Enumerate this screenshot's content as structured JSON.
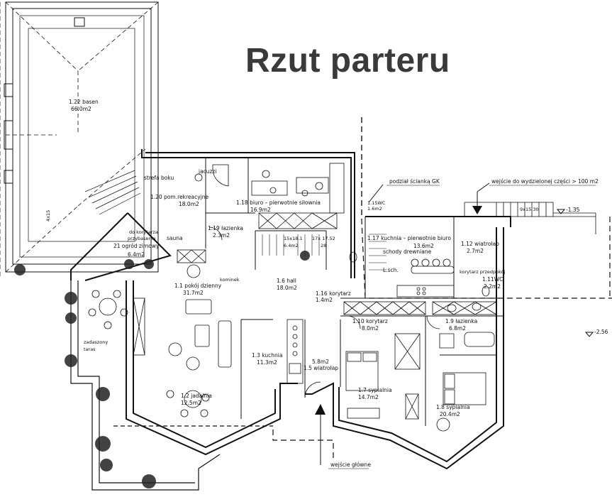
{
  "title": "Rzut parteru",
  "rooms": {
    "basen": {
      "name": "1.22 basen",
      "area": "66.0m2"
    },
    "strefa_boku": "strefa boku",
    "jacuzzi": "jacuzzi",
    "pom_rekreacyjne": {
      "name": "1.20 pom.rekreacyjne",
      "area": "18.0m2"
    },
    "biuro": {
      "name": "1.18 biuro – pierwotnie siłownia",
      "area": "16.9m2"
    },
    "lazienka_119": {
      "name": "1.19 łazienka",
      "area": "2.3m2"
    },
    "korytarz_przybasen": {
      "line1": "do korytarza",
      "line2": "przybasenia"
    },
    "sauna": "sauna",
    "ogrod_zimowy": {
      "name": "21 ogród zimowy",
      "area": "6.4m2"
    },
    "kominek": "kominek",
    "schody_left": {
      "line1": "15x18.1",
      "line2": "6.4m2"
    },
    "schody_right": {
      "line1": "17x 17.52",
      "line2": "28"
    },
    "pokoj_dzienny": {
      "name": "1.1 pokój dzienny",
      "area": "31.7m2"
    },
    "hall": {
      "name": "1.6 hall",
      "area": "18.0m2"
    },
    "korytarz_116": {
      "name": "1.16 korytarz",
      "area": "1.4m2"
    },
    "wc_115": {
      "name": "1.15WC",
      "area": "1.6m2"
    },
    "kuchnia_117": {
      "name": "1.17 kuchnia – pierwotnie biuro",
      "area": "13.6m2"
    },
    "schody_drewniane": "schody drewniane",
    "l_sch": "L.sch.",
    "wiatrolap_112": {
      "name": "1.12 wiatrołap",
      "area": "2.7m2"
    },
    "przedpokoj": "korytarz przedpokój",
    "wc_111": {
      "name": "1.11WC",
      "area": "2.2m2"
    },
    "korytarz_110": {
      "name": "1.10 korytarz",
      "area": "8.0m2"
    },
    "lazienka_19": {
      "name": "1.9 łazienka",
      "area": "6.8m2"
    },
    "kuchnia_13": {
      "name": "1.3 kuchnia",
      "area": "11.3m2"
    },
    "wiatrolap_15": {
      "name": "1.5 wiatrołap",
      "area": "5.8m2"
    },
    "sypialnia_17": {
      "name": "1.7 sypialnia",
      "area": "14.7m2"
    },
    "sypialnia_18": {
      "name": "1.8 sypialnia",
      "area": "20.4m2"
    },
    "jadalnia": {
      "name": "1.2 jadalnia",
      "area": "12.5m2"
    },
    "taras": {
      "line1": "zadaszony",
      "line2": "taras"
    }
  },
  "annotations": {
    "podzial": "podział ścianką GK",
    "wejscie_wydz": "wejście do wydzielonej części > 100 m2",
    "wejscie_glowne": "wejście główne",
    "stairs_dim": "9x15.30",
    "level_1": "-1.35",
    "level_2": "-2.56",
    "dim_side": "4x15"
  },
  "colors": {
    "line": "#111111",
    "title": "#3a3a3a"
  }
}
